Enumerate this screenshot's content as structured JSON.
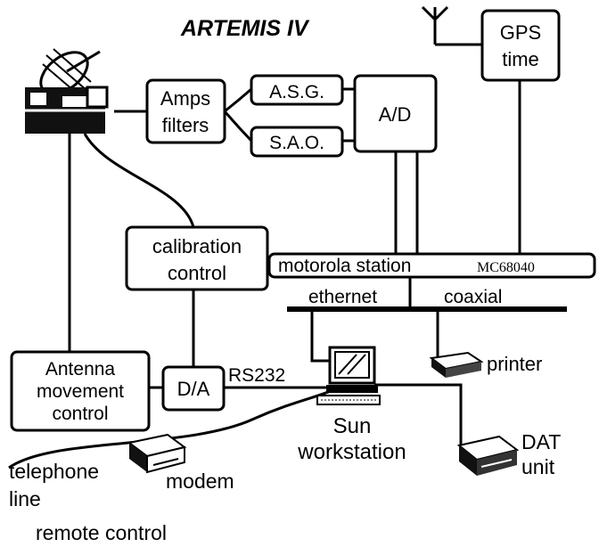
{
  "title": "ARTEMIS IV",
  "blocks": {
    "gps": [
      "GPS",
      "time"
    ],
    "amps": [
      "Amps",
      "filters"
    ],
    "asg": "A.S.G.",
    "sao": "S.A.O.",
    "ad": "A/D",
    "calibration": [
      "calibration",
      "control"
    ],
    "motorola": {
      "label": "motorola station",
      "model": "MC68040"
    },
    "network": {
      "left": "ethernet",
      "right": "coaxial"
    },
    "antenna": [
      "Antenna",
      "movement",
      "control"
    ],
    "da": "D/A",
    "rs232": "RS232",
    "sun": [
      "Sun",
      "workstation"
    ],
    "printer": "printer",
    "dat": [
      "DAT",
      "unit"
    ],
    "telephone": [
      "telephone",
      "line"
    ],
    "modem": "modem",
    "remote": "remote control"
  },
  "icons": [
    "satellite-dish-icon",
    "antenna-icon",
    "computer-icon",
    "printer-icon",
    "modem-icon",
    "dat-drive-icon"
  ]
}
